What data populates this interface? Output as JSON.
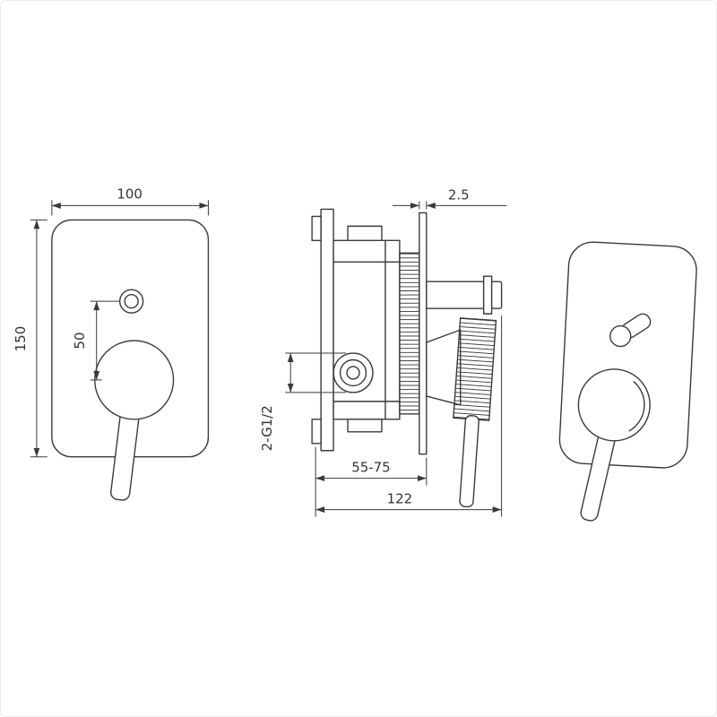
{
  "colors": {
    "line": "#3a3a3a",
    "background": "#ffffff"
  },
  "labels": {
    "front_width": "100",
    "front_height": "150",
    "handle_offset": "50",
    "plate_thickness": "2.5",
    "inlet_thread": "2-G1/2",
    "depth_min_max": "55-75",
    "total_depth": "122"
  }
}
